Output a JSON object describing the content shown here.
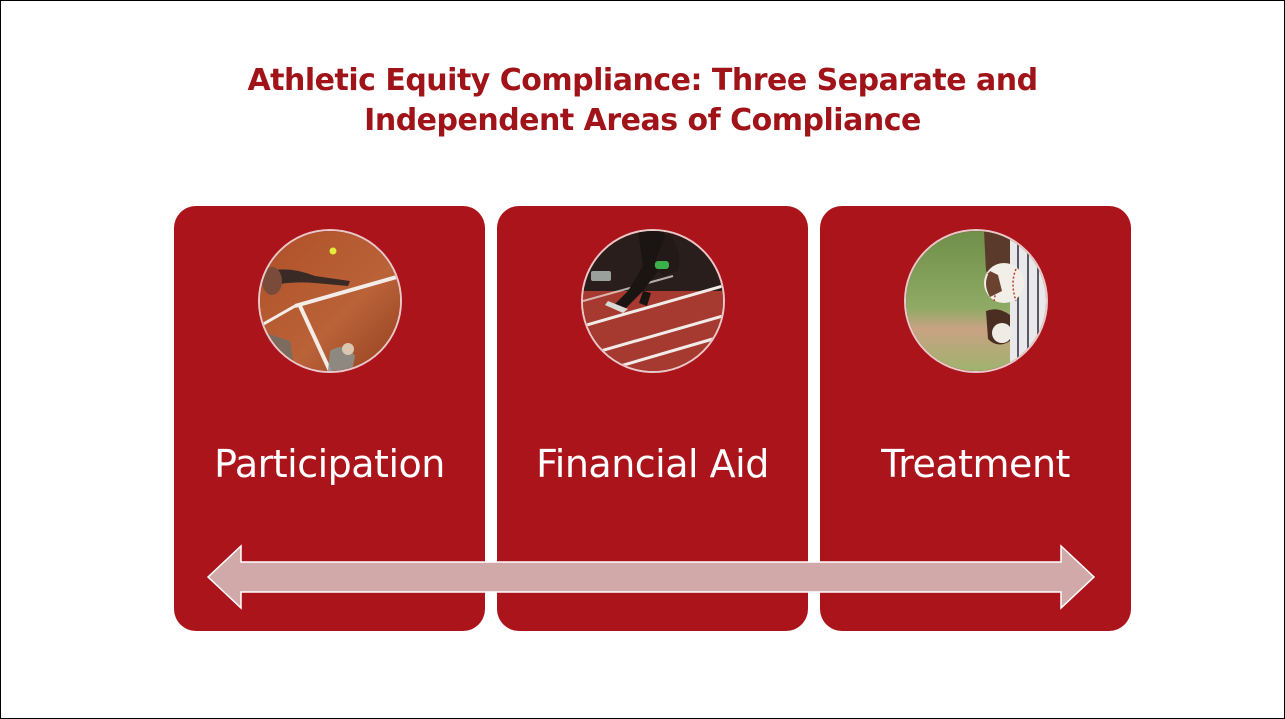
{
  "slide": {
    "title_line1": "Athletic Equity Compliance: Three Separate and",
    "title_line2": "Independent Areas of Compliance",
    "title_color": "#a01419",
    "card_color": "#ac141c",
    "arrow_color": "#d1a9a9"
  },
  "cards": [
    {
      "label": "Participation",
      "photo": "tennis-court-photo"
    },
    {
      "label": "Financial Aid",
      "photo": "track-sprinter-photo"
    },
    {
      "label": "Treatment",
      "photo": "baseball-pitcher-photo"
    }
  ],
  "arrow": {
    "icon": "double-headed-arrow"
  }
}
